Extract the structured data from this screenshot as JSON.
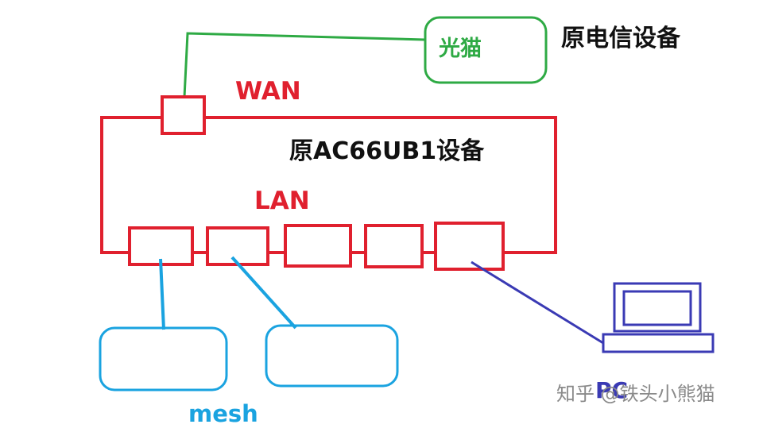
{
  "labels": {
    "modem": "光猫",
    "isp_device": "原电信设备",
    "wan": "WAN",
    "router": "原AC66UB1设备",
    "lan": "LAN",
    "mesh": "mesh",
    "pc": "PC"
  },
  "watermark": "知乎 @铁头小熊猫",
  "colors": {
    "router": "#e0202e",
    "modem": "#2eaa44",
    "mesh": "#1aa3e0",
    "pc": "#3a3ab4",
    "text": "#111111",
    "watermark": "#8a8a8a"
  }
}
